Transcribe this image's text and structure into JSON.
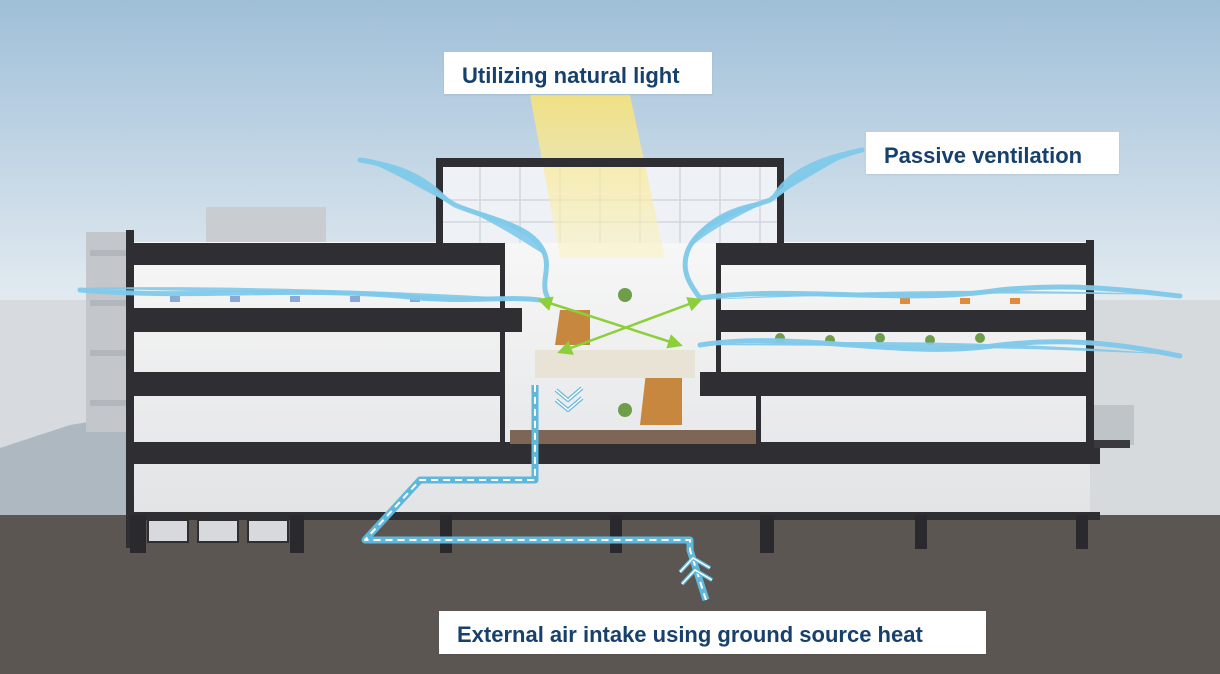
{
  "labels": {
    "natural_light": "Utilizing natural light",
    "passive_ventilation": "Passive ventilation",
    "air_intake": "External air intake using ground source heat"
  },
  "colors": {
    "label_text": "#17406d",
    "airflow": "#7fc9ea",
    "duct": "#5fb8dc",
    "crossflow": "#8ccf3a",
    "ground": "#5c5653",
    "structure": "#2f2f33",
    "sunlight": "#f4e38a"
  },
  "icons": {
    "airflow": "airflow-swoosh-icon",
    "intake": "chevron-up-arrows-icon",
    "outlet": "chevron-down-arrows-icon",
    "crossflow": "double-arrow-icon"
  }
}
